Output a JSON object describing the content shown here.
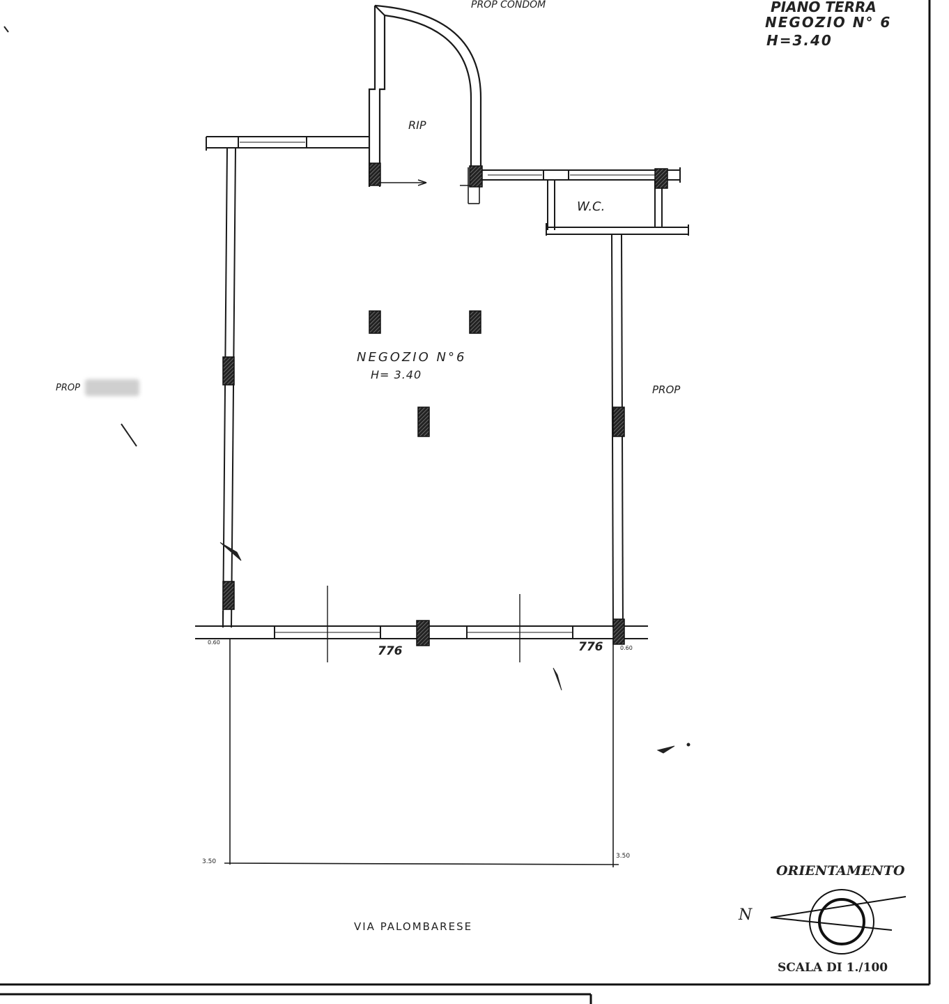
{
  "title_block": {
    "line1": "PIANO TERRA",
    "line2": "NEGOZIO N° 6",
    "line3": "H=3.40"
  },
  "labels": {
    "prop_condom": "PROP CONDOM",
    "rip": "RIP",
    "wc": "W.C.",
    "negozio": "NEGOZIO   N°6",
    "negozio_height": "H= 3.40",
    "prop_left": "PROP",
    "prop_right": "PROP",
    "dim_left": "776",
    "dim_right": "776",
    "tick_left_small": "0.60",
    "tick_right_small": "0.60",
    "tick_bottom_left": "3.50",
    "tick_bottom_right": "3.50",
    "street": "VIA   PALOMBARESE"
  },
  "orientation": {
    "title": "ORIENTAMENTO",
    "north": "N",
    "scale": "SCALA DI 1./100"
  },
  "colors": {
    "ink": "#1a1a1a",
    "hatch": "#555555",
    "paper": "#ffffff"
  }
}
